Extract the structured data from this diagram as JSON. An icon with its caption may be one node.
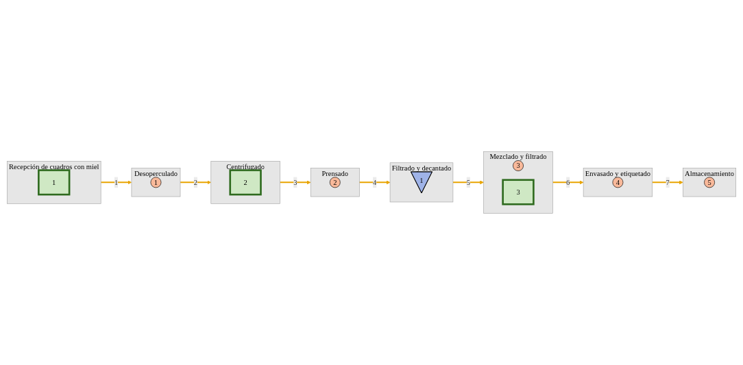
{
  "diagram": {
    "nodes": [
      {
        "text": [
          "Recepción de cuadros con miel"
        ]
      },
      {
        "text": [
          "1"
        ],
        "in": 0
      },
      {
        "text": [
          "Desoperculado"
        ]
      },
      {
        "text": [
          "1"
        ],
        "in": 2
      },
      {
        "text": [
          "Centrifugado"
        ]
      },
      {
        "text": [
          "2"
        ],
        "in": 4
      },
      {
        "text": [
          "Prensado"
        ]
      },
      {
        "text": [
          "2"
        ],
        "in": 6
      },
      {
        "text": [
          "Filtrado y decantado"
        ]
      },
      {
        "text": [
          "1"
        ],
        "in": 8
      },
      {
        "text": [
          "Mezclado y filtrado"
        ]
      },
      {
        "text": [
          "3"
        ],
        "in": 10
      },
      {
        "text": [
          "3"
        ],
        "in": 10
      },
      {
        "text": [
          "Envasado y etiquetado"
        ]
      },
      {
        "text": [
          "4"
        ],
        "in": 13
      },
      {
        "text": [
          "Almacenamiento"
        ]
      },
      {
        "text": [
          "5"
        ],
        "in": 15
      }
    ],
    "edges": [
      {
        "from": 0,
        "to": 2,
        "arrow": "to",
        "label": "1"
      },
      {
        "from": 2,
        "to": 4,
        "arrow": "to",
        "label": "2"
      },
      {
        "from": 4,
        "to": 6,
        "arrow": "to",
        "label": "3"
      },
      {
        "from": 6,
        "to": 8,
        "arrow": "to",
        "label": "4"
      },
      {
        "from": 8,
        "to": 10,
        "arrow": "to",
        "label": "5"
      },
      {
        "from": 10,
        "to": 13,
        "arrow": "to",
        "label": "6"
      },
      {
        "from": 13,
        "to": 15,
        "arrow": "to",
        "label": "7"
      }
    ]
  }
}
